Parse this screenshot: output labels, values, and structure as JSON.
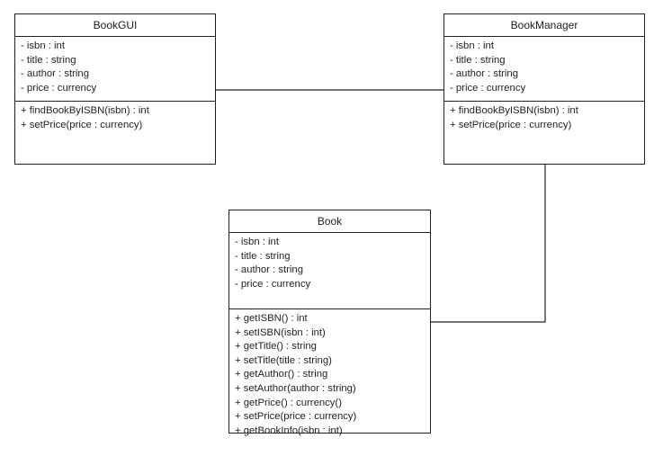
{
  "classes": {
    "book_gui": {
      "name": "BookGUI",
      "attributes": [
        "- isbn : int",
        "- title : string",
        "- author : string",
        "- price : currency"
      ],
      "methods": [
        "+ findBookByISBN(isbn) : int",
        "+ setPrice(price : currency)"
      ]
    },
    "book_manager": {
      "name": "BookManager",
      "attributes": [
        "- isbn : int",
        "- title : string",
        "- author : string",
        "- price : currency"
      ],
      "methods": [
        "+ findBookByISBN(isbn) : int",
        "+ setPrice(price : currency)"
      ]
    },
    "book": {
      "name": "Book",
      "attributes": [
        "- isbn : int",
        "- title : string",
        "- author : string",
        "- price : currency"
      ],
      "methods": [
        "+ getISBN() : int",
        "+ setISBN(isbn : int)",
        "+ getTitle() : string",
        "+ setTitle(title : string)",
        "+ getAuthor() : string",
        "+ setAuthor(author : string)",
        "+ getPrice() : currency()",
        "+ setPrice(price : currency)",
        "+ getBookInfo(isbn : int)"
      ]
    }
  },
  "colors": {
    "line": "#222222",
    "background": "#ffffff"
  }
}
